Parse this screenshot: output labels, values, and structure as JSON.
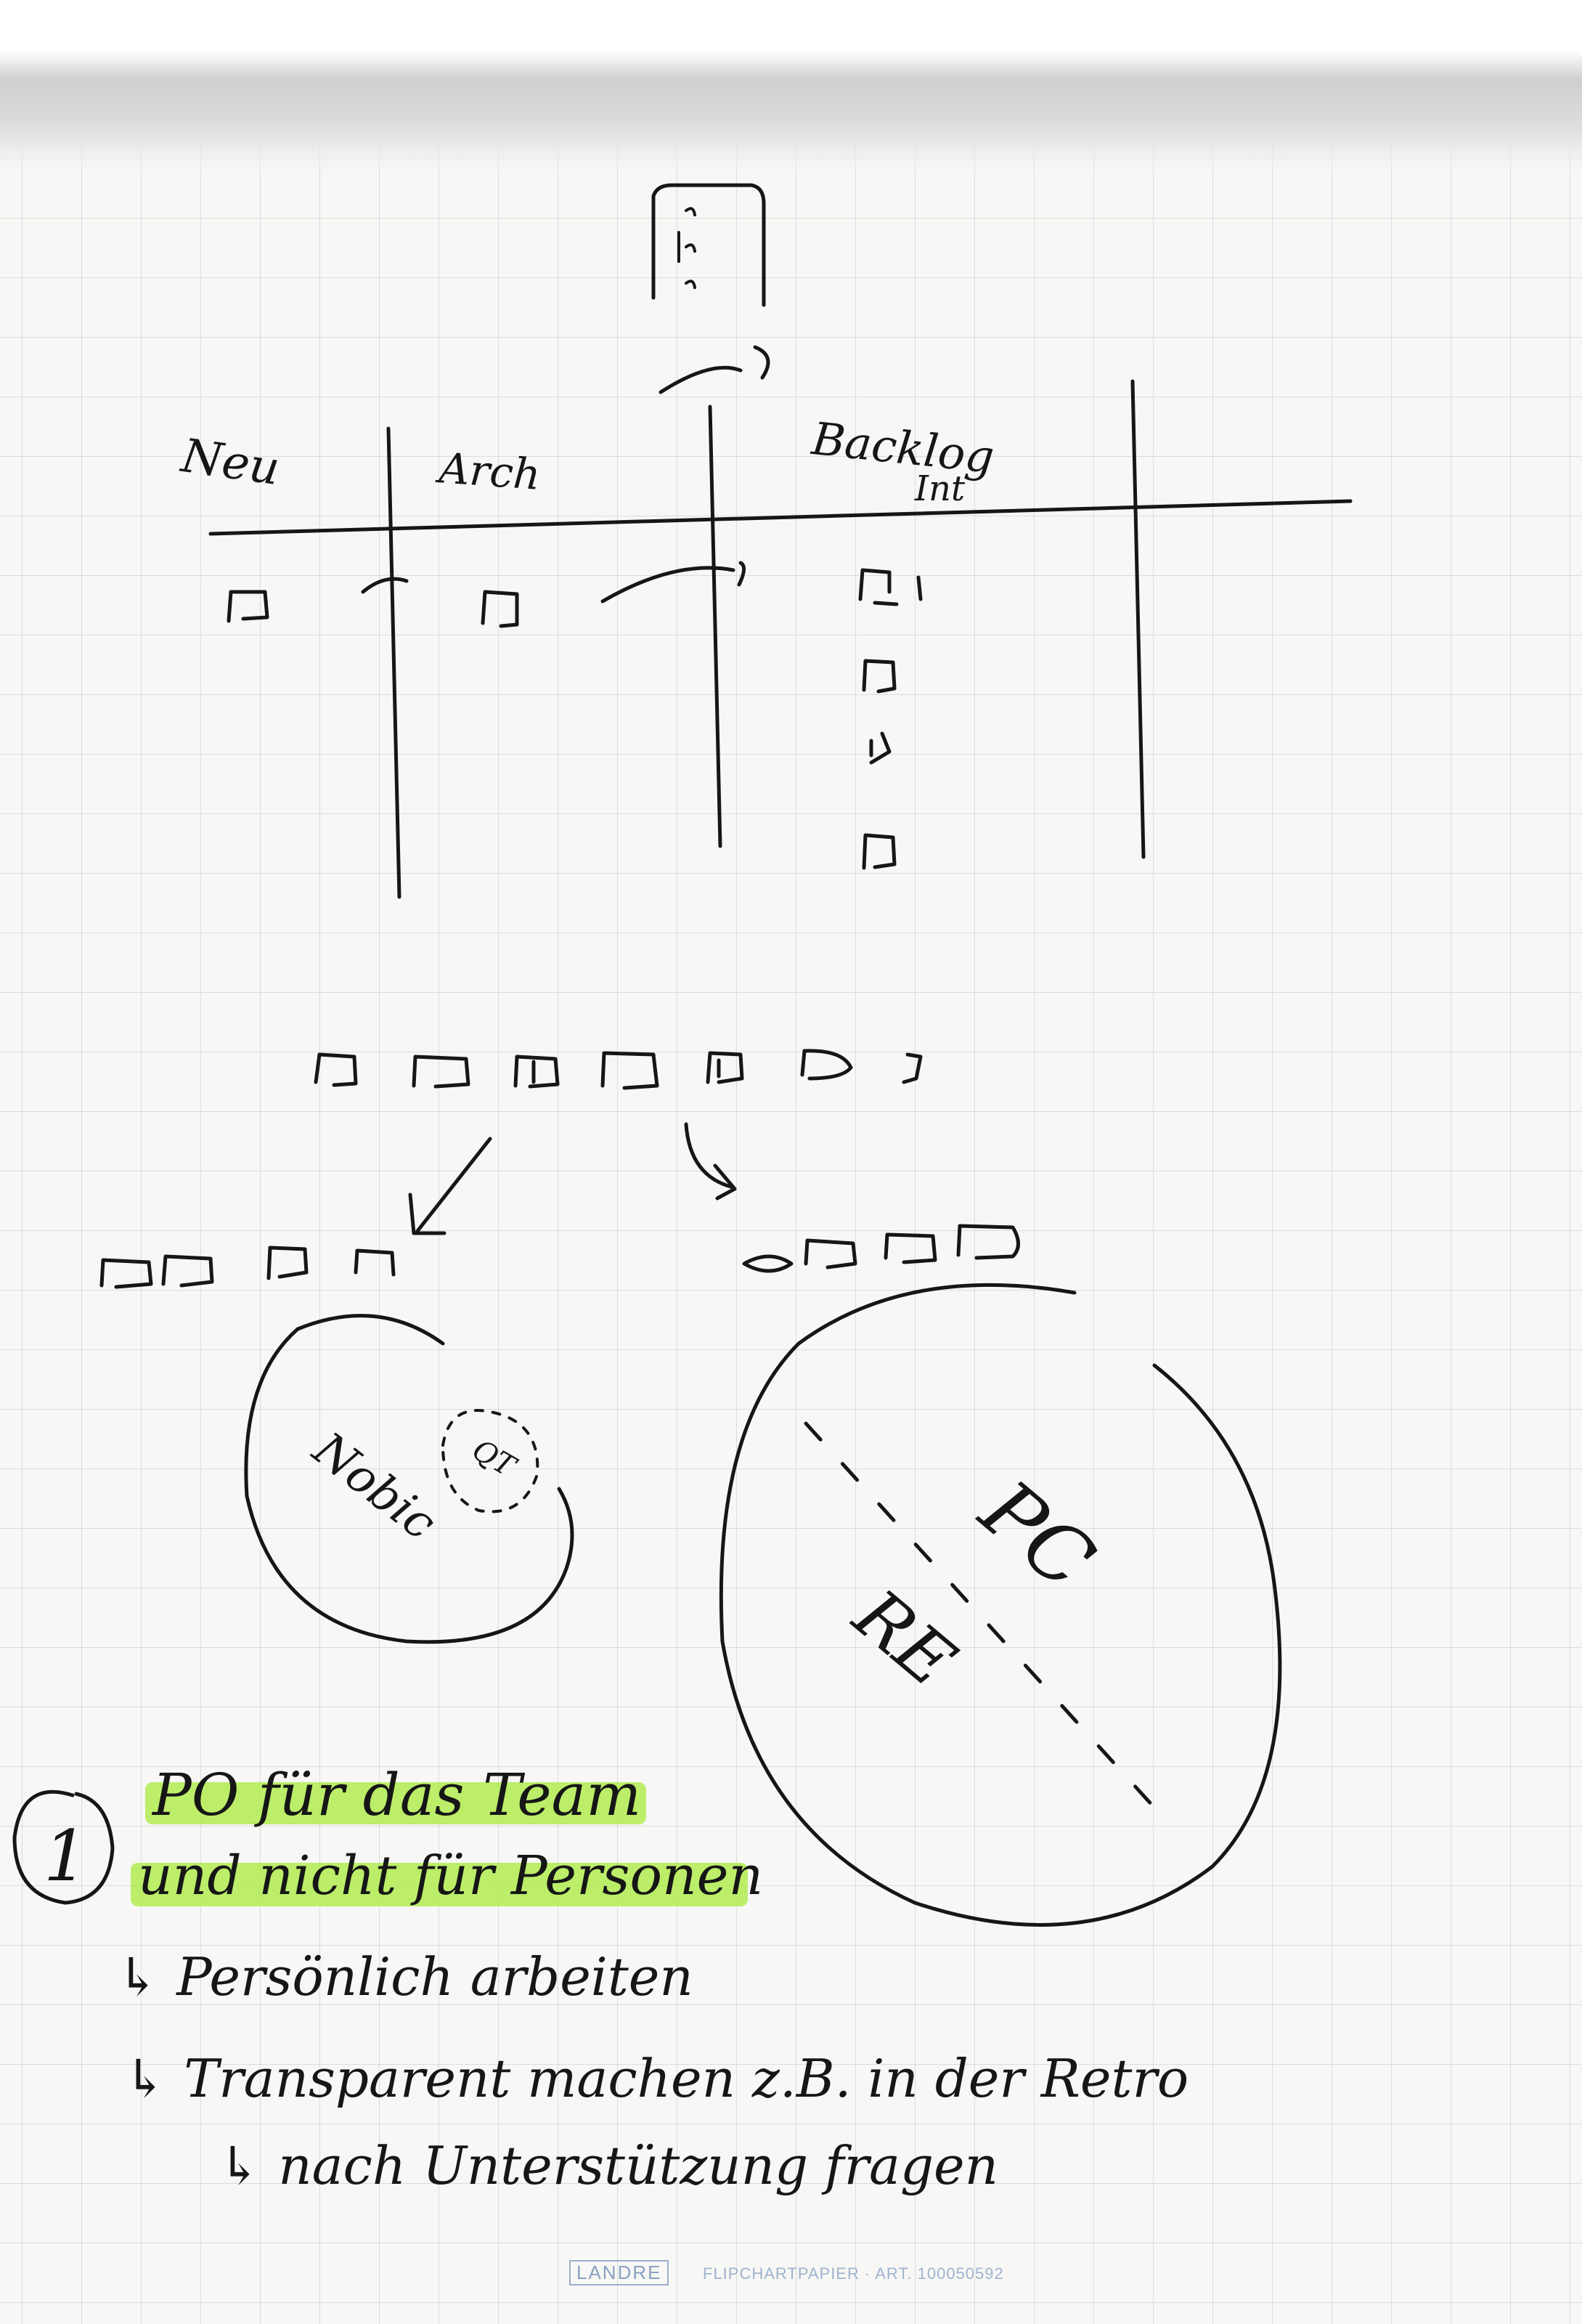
{
  "board": {
    "columns": [
      "Neu",
      "Arch",
      "Backlog"
    ],
    "column_3_extra": "Int"
  },
  "clusters": {
    "left_circle": "Nobic",
    "left_badge": "QT",
    "right_circle_1": "PC",
    "right_circle_2": "RE"
  },
  "notes": {
    "number": "1",
    "line1": "PO für das Team",
    "line2": "und nicht für Personen",
    "line3": "↳ Persönlich arbeiten",
    "line4": "↳ Transparent machen z.B. in der Retro",
    "line5": "↳ nach Unterstützung fragen"
  },
  "footer": {
    "brand": "LANDRE",
    "text": "FLIPCHARTPAPIER · ART. 100050592"
  },
  "colors": {
    "ink": "#161616",
    "highlight": "#b2ec50",
    "grid": "#969696",
    "footer": "#9fb3cf"
  }
}
